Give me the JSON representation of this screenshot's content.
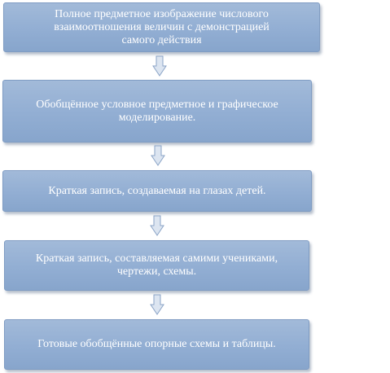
{
  "diagram": {
    "steps": [
      {
        "label": "Полное предметное изображение числового\nвзаимоотношения величин с демонстрацией\nсамого действия"
      },
      {
        "label": "Обобщённое условное предметное и графическое\nмоделирование."
      },
      {
        "label": "Краткая запись, создаваемая на глазах детей."
      },
      {
        "label": "Краткая запись, составляемая самими учениками,\nчертежи, схемы."
      },
      {
        "label": "Готовые обобщённые опорные схемы и таблицы."
      }
    ],
    "colors": {
      "box_fill": "#92aed3",
      "box_border": "#7f9cc3",
      "text": "#ffffff",
      "arrow_fill": "#dce5f1",
      "arrow_stroke": "#8aa3c6"
    }
  }
}
